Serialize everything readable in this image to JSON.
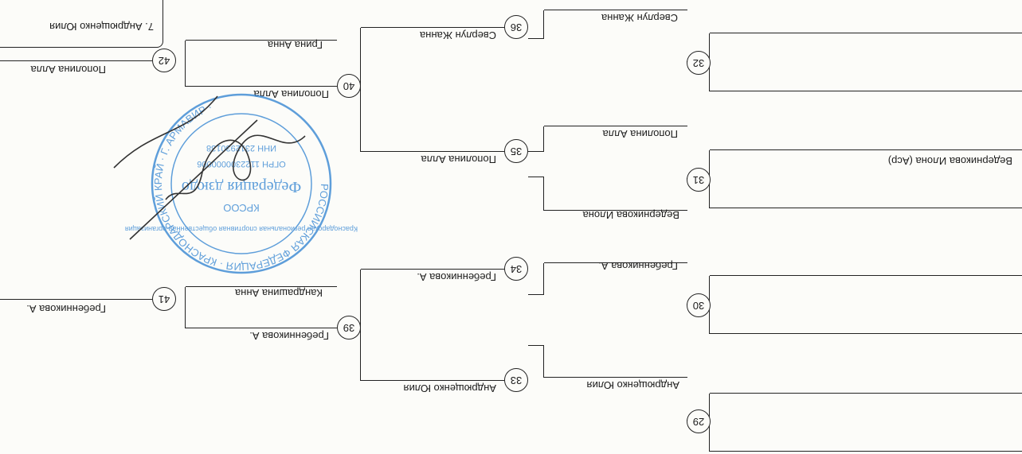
{
  "bracket": {
    "matches": {
      "m29": "29",
      "m30": "30",
      "m31": "31",
      "m32": "32",
      "m33": "33",
      "m34": "34",
      "m35": "35",
      "m36": "36",
      "m39": "39",
      "m40": "40",
      "m41": "41",
      "m42": "42"
    },
    "slots": {
      "s31_top": "Ведерникова Илона (Аср)"
    },
    "round2": {
      "r29": "Андрющенко Юлия",
      "r30": "Гребенникова А.",
      "r31": "Ведерникова Илона",
      "r32": "Сверлун Жанна",
      "r31b": "Пополина Алла"
    },
    "round3": {
      "r33": "Андрющенко Юлия",
      "r34": "Гребенникова А.",
      "r35": "Пополина Алла",
      "r36": "Сверлун Жанна"
    },
    "round4": {
      "r39a": "Гребенникова А.",
      "r39b": "Кандрашина Анна",
      "r40a": "Пополина Алла",
      "r40b": "Грина Анна"
    },
    "round5": {
      "r41": "Гребенникова А.",
      "r42": "Пополина Алла"
    },
    "result": "7. Андрющенко Юлия"
  },
  "stamp": {
    "ring_text": "РОССИЙСКАЯ ФЕДЕРАЦИЯ · КРАСНОДАРСКИЙ КРАЙ · Г. АРМАВИР ·",
    "inner_text": "Краснодарская региональная спортивная общественная организация",
    "center_text": "Федерация дзюдо",
    "abbr": "КРСОО",
    "ogrn": "ОГРН 1122300000006",
    "inn": "ИНН 2312930138",
    "color": "#2a7fd0"
  }
}
